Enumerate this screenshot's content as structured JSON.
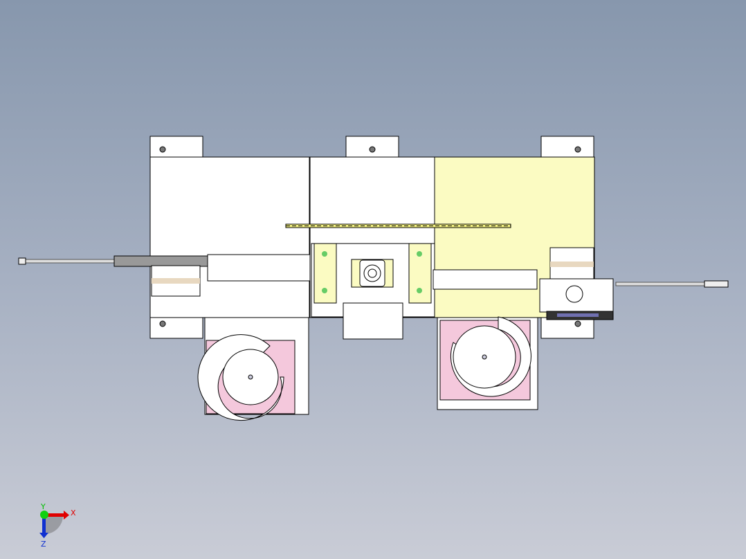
{
  "viewport": {
    "type": "cad-3d-view",
    "background_top": "#8797ad",
    "background_bottom": "#c9ccd6"
  },
  "triad": {
    "x_label": "X",
    "y_label": "Y",
    "z_label": "Z",
    "x_color": "#e00000",
    "y_color": "#00c000",
    "z_color": "#1030d0"
  }
}
